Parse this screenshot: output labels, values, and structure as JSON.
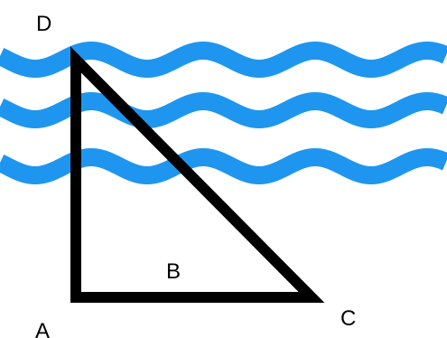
{
  "labels": {
    "D": "D",
    "A": "A",
    "B": "B",
    "C": "C"
  },
  "colors": {
    "wave": "#1e96f0",
    "triangle": "#000000",
    "label": "#000000",
    "background": "#ffffff"
  },
  "waves": {
    "count": 3
  }
}
